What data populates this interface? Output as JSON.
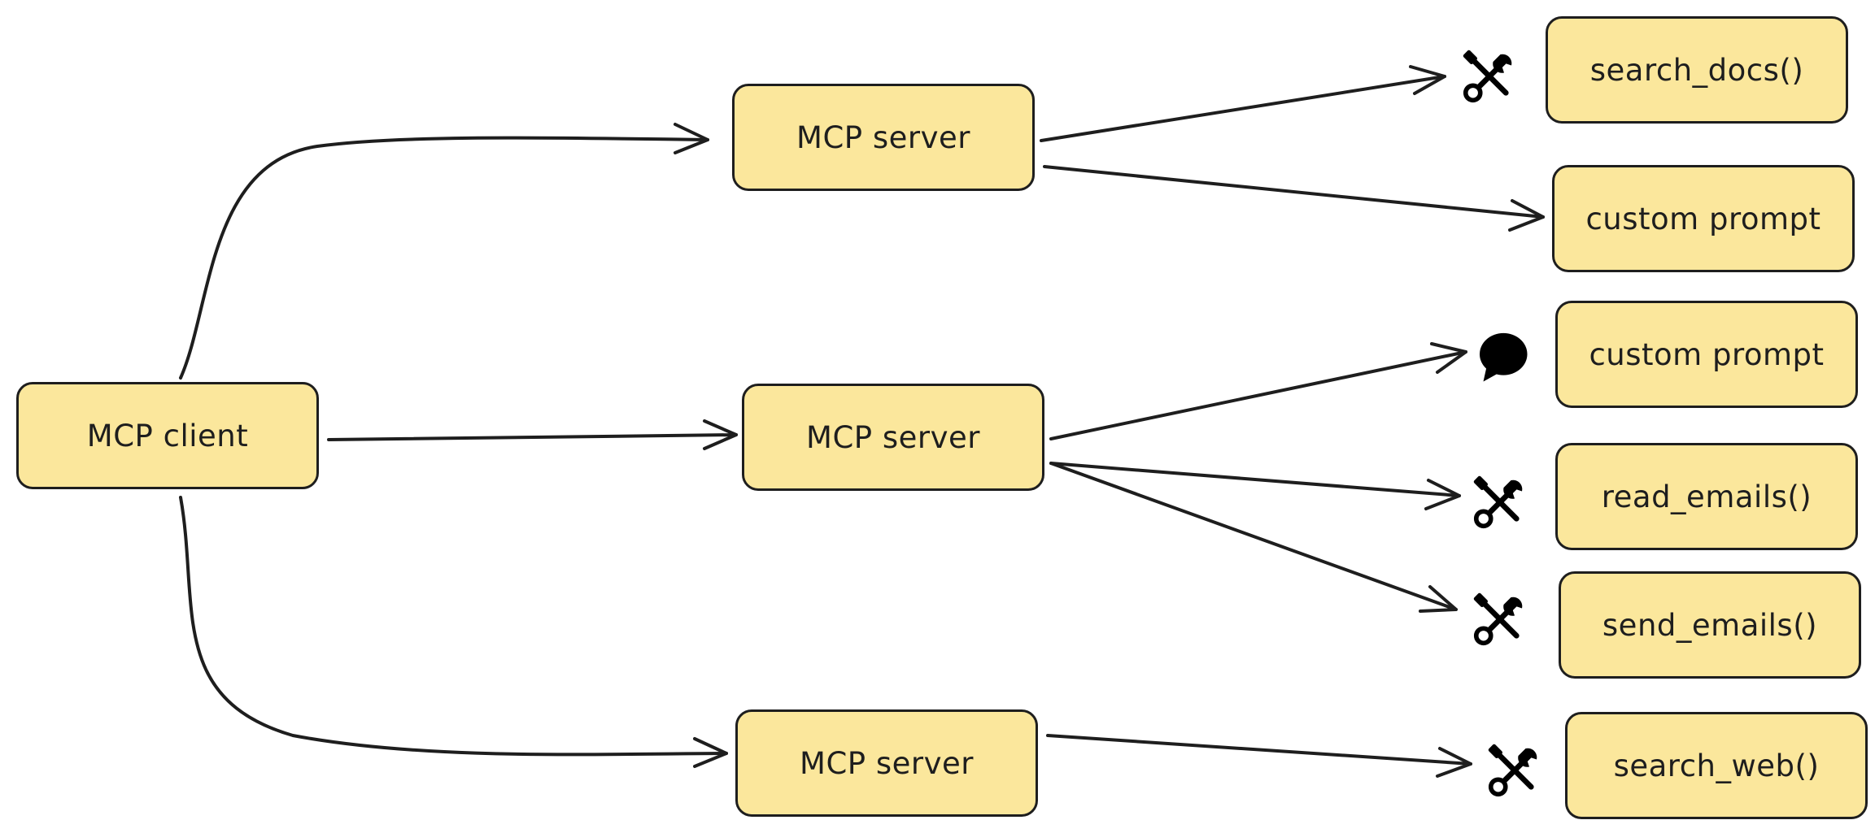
{
  "nodes": {
    "client": "MCP client",
    "server_1": "MCP server",
    "server_2": "MCP server",
    "server_3": "MCP server"
  },
  "capabilities": [
    {
      "label": "search_docs()",
      "icon": "tools-icon"
    },
    {
      "label": "custom prompt",
      "icon": ""
    },
    {
      "label": "custom prompt",
      "icon": "speech-bubble-icon"
    },
    {
      "label": "read_emails()",
      "icon": "tools-icon"
    },
    {
      "label": "send_emails()",
      "icon": "tools-icon"
    },
    {
      "label": "search_web()",
      "icon": "tools-icon"
    }
  ],
  "colors": {
    "box_fill": "#fbe79c",
    "stroke": "#1e1e1e",
    "icon": "#000000"
  }
}
